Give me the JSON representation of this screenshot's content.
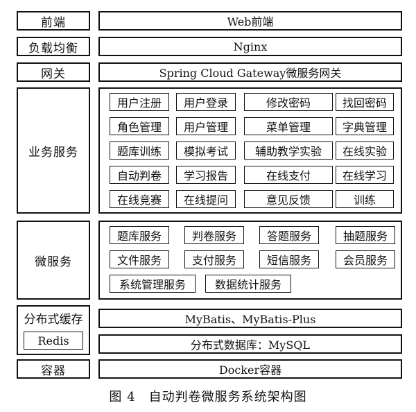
{
  "layers": {
    "frontend": {
      "label": "前端",
      "content": "Web前端"
    },
    "load_balancer": {
      "label": "负载均衡",
      "content": "Nginx"
    },
    "gateway": {
      "label": "网关",
      "content": "Spring Cloud Gateway微服务网关"
    },
    "business": {
      "label": "业务服务",
      "rows": [
        [
          "用户注册",
          "用户登录",
          "修改密码",
          "找回密码"
        ],
        [
          "角色管理",
          "用户管理",
          "菜单管理",
          "字典管理"
        ],
        [
          "题库训练",
          "模拟考试",
          "辅助教学实验",
          "在线实验"
        ],
        [
          "自动判卷",
          "学习报告",
          "在线支付",
          "在线学习"
        ],
        [
          "在线竞赛",
          "在线提问",
          "意见反馈",
          "训练"
        ]
      ]
    },
    "microservices": {
      "label": "微服务",
      "rows": [
        [
          "题库服务",
          "判卷服务",
          "答题服务",
          "抽题服务"
        ],
        [
          "文件服务",
          "支付服务",
          "短信服务",
          "会员服务"
        ],
        [
          "系统管理服务",
          "数据统计服务"
        ]
      ]
    },
    "cache": {
      "label": "分布式缓存",
      "redis": "Redis"
    },
    "persistence": {
      "content": "MyBatis、MyBatis-Plus"
    },
    "database": {
      "content": "分布式数据库：MySQL"
    },
    "container": {
      "label": "容器",
      "content": "Docker容器"
    }
  },
  "caption": "图 4　自动判卷微服务系统架构图"
}
